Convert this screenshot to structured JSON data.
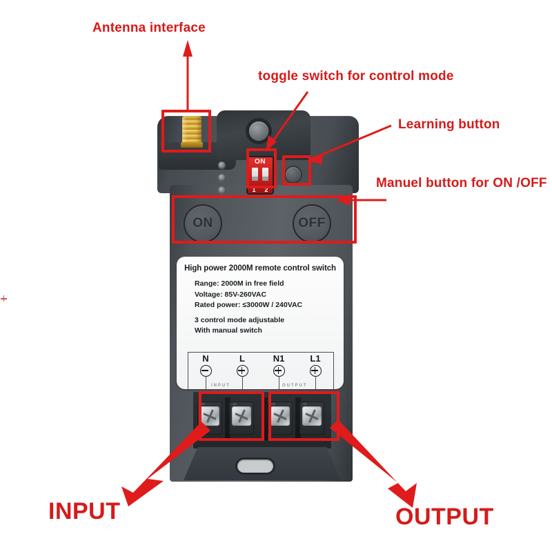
{
  "diagram": {
    "title": "High power 2000M remote control switch annotated product diagram",
    "accent_color": "#e01b1b",
    "body_color": "#545a5f",
    "dip_color": "#c41f1d",
    "connector_color": "#d9ab35"
  },
  "annotations": [
    {
      "id": "antenna",
      "label": "Antenna interface"
    },
    {
      "id": "toggle",
      "label": "toggle switch for control mode"
    },
    {
      "id": "learning",
      "label": "Learning button"
    },
    {
      "id": "manual",
      "label": "Manuel button for ON /OFF"
    },
    {
      "id": "input",
      "label": "INPUT"
    },
    {
      "id": "output",
      "label": "OUTPUT"
    }
  ],
  "device": {
    "dip_switch": {
      "on_label": "ON",
      "positions": [
        "1",
        "2"
      ]
    },
    "manual_buttons": {
      "on": "ON",
      "off": "OFF"
    },
    "label": {
      "title": "High power 2000M remote control switch",
      "specs": [
        "Range: 2000M in free field",
        "Voltage: 85V-260VAC",
        "Rated power: ≤3000W / 240VAC"
      ],
      "features": [
        "3 control mode adjustable",
        "With manual switch"
      ],
      "terminals": [
        {
          "name": "N",
          "symbol": "minus"
        },
        {
          "name": "L",
          "symbol": "plus"
        },
        {
          "name": "N1",
          "symbol": "plus"
        },
        {
          "name": "L1",
          "symbol": "plus"
        }
      ],
      "terminal_groups": [
        {
          "name": "INPUT",
          "sub": "INPUT"
        },
        {
          "name": "OUTPUT",
          "sub": "OUTPUT"
        }
      ]
    }
  }
}
